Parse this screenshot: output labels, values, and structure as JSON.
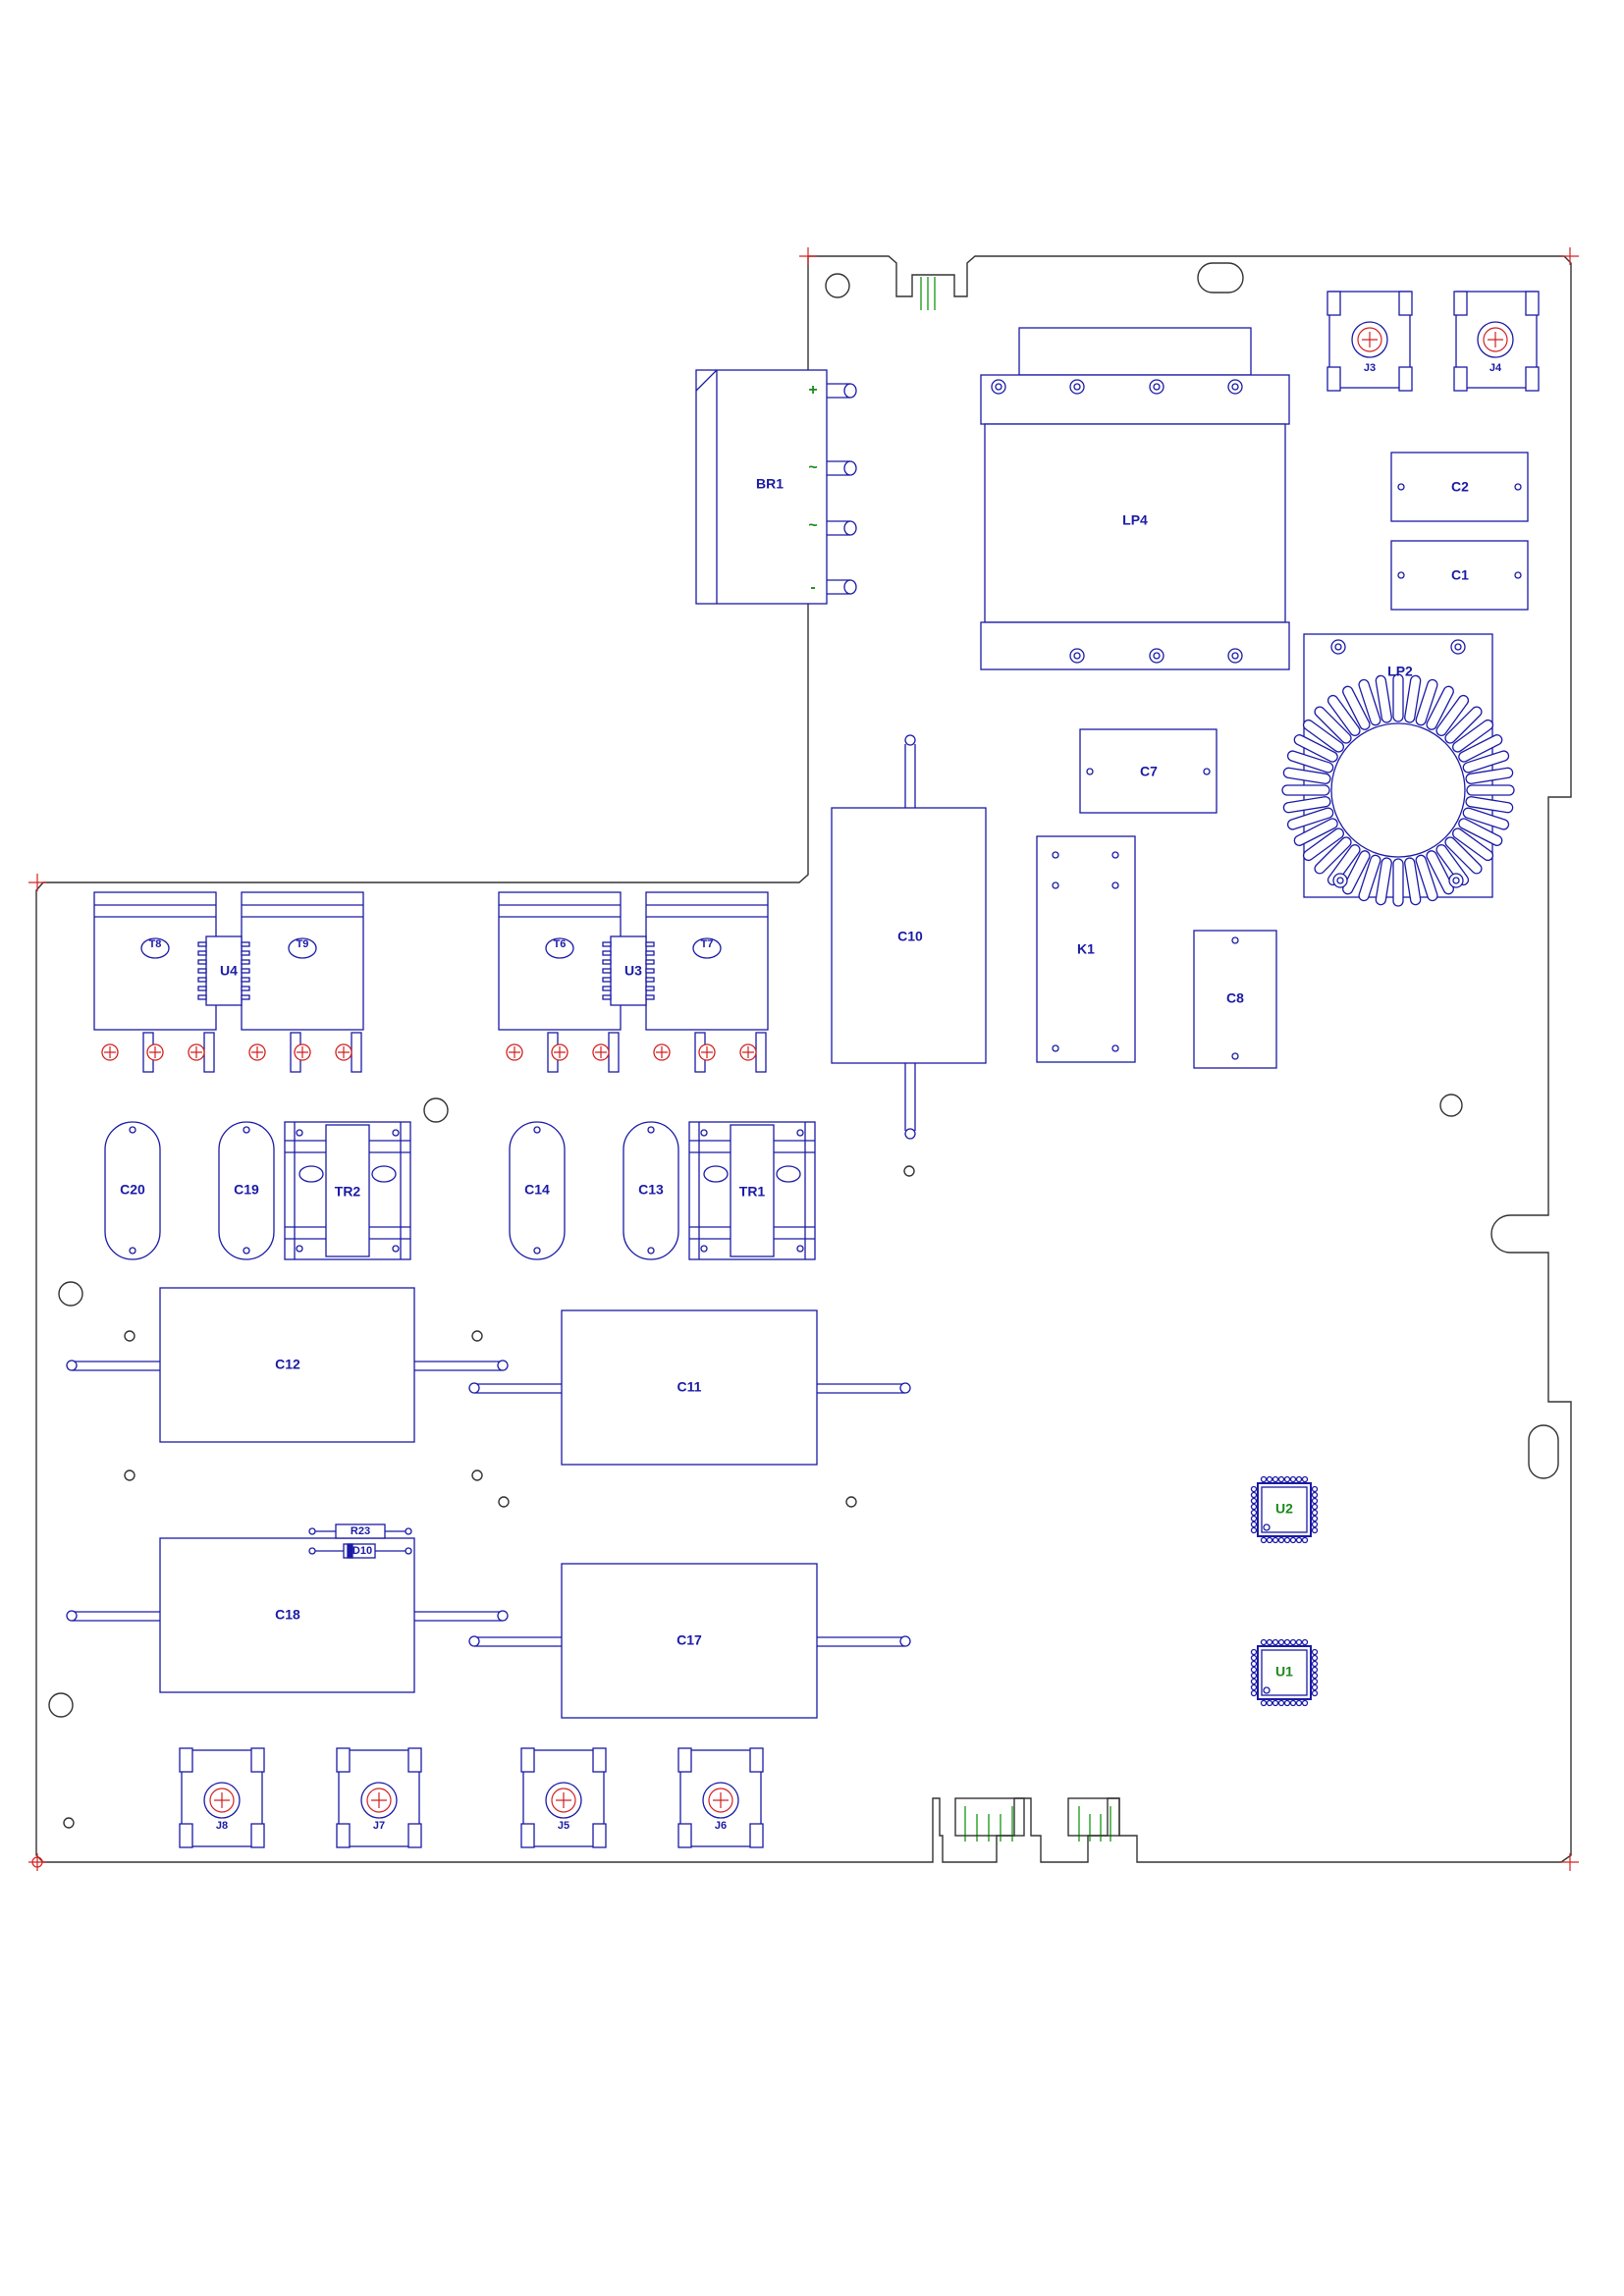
{
  "board": {
    "labels": {
      "BR1": "BR1",
      "LP4": "LP4",
      "LP2": "LP2",
      "J3": "J3",
      "J4": "J4",
      "C1": "C1",
      "C2": "C2",
      "C7": "C7",
      "C8": "C8",
      "C10": "C10",
      "K1": "K1",
      "T8": "T8",
      "T9": "T9",
      "U4": "U4",
      "T6": "T6",
      "T7": "T7",
      "U3": "U3",
      "C20": "C20",
      "C19": "C19",
      "TR2": "TR2",
      "C14": "C14",
      "C13": "C13",
      "TR1": "TR1",
      "C12": "C12",
      "C11": "C11",
      "C18": "C18",
      "C17": "C17",
      "R23": "R23",
      "D10": "D10",
      "U1": "U1",
      "U2": "U2",
      "J8": "J8",
      "J7": "J7",
      "J5": "J5",
      "J6": "J6"
    },
    "br1_pins": {
      "plus": "+",
      "ac1": "~",
      "ac2": "~",
      "minus": "-"
    },
    "colors": {
      "component_outline": "#1a1aa6",
      "board_outline": "#333333",
      "pad_marker": "#d42020",
      "connector_pins": "#22a022",
      "ic_label": "#1a8a1a"
    }
  }
}
